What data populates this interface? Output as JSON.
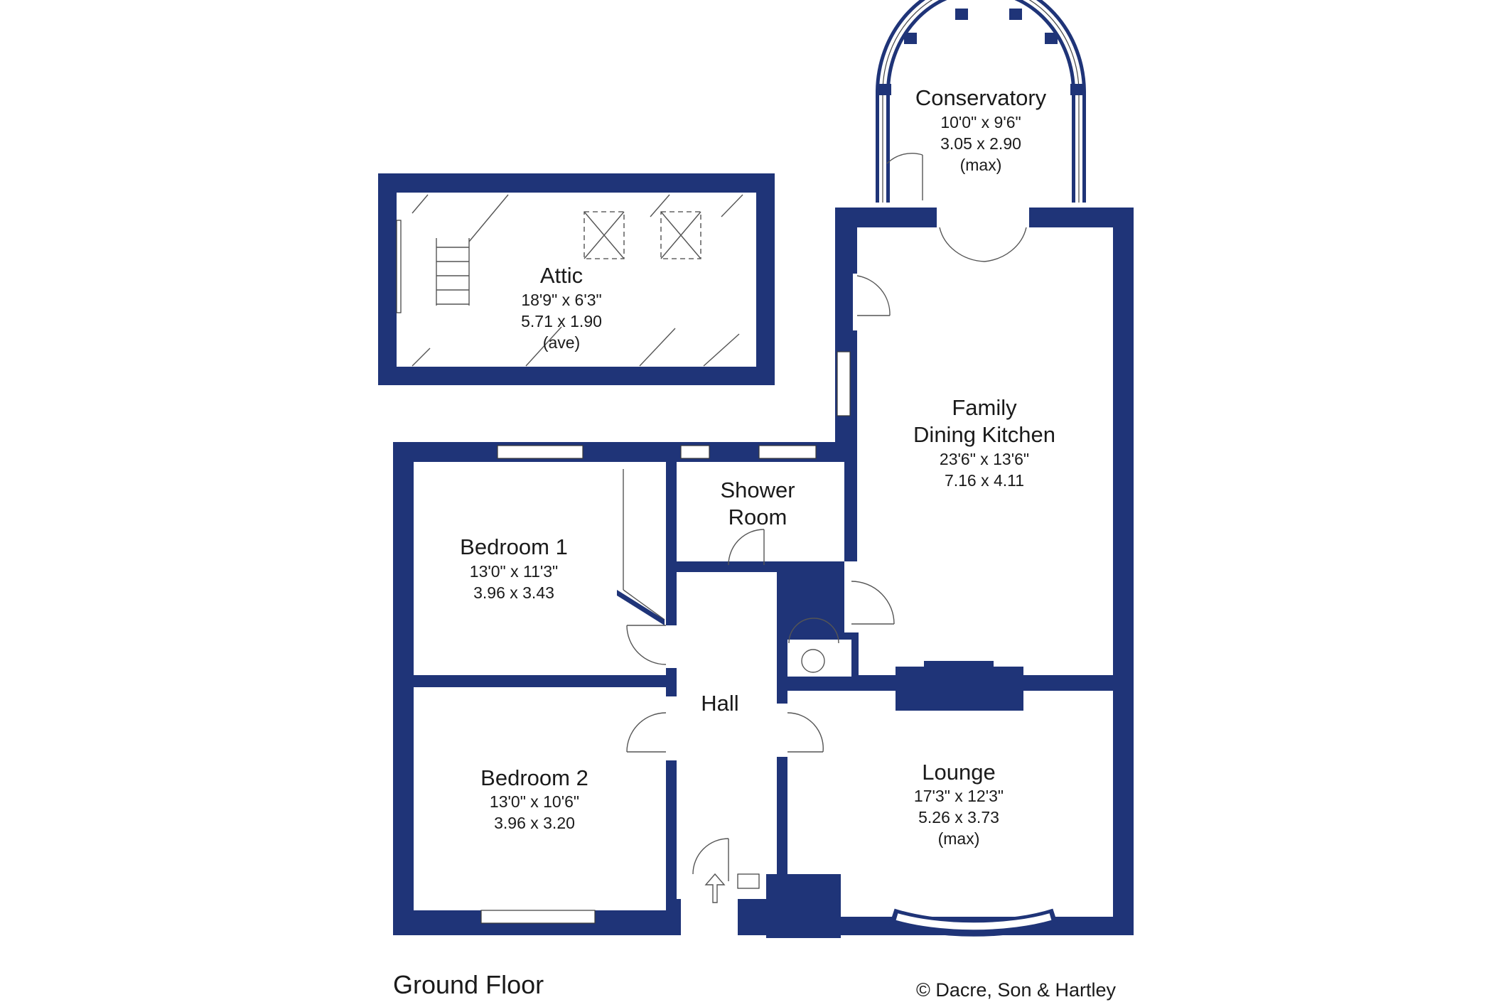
{
  "floor_label": "Ground Floor",
  "copyright": "© Dacre, Son & Hartley",
  "colors": {
    "wall": "#1f3478",
    "background": "#ffffff"
  },
  "rooms": {
    "conservatory": {
      "name": "Conservatory",
      "imperial": "10'0\" x 9'6\"",
      "metric": "3.05 x 2.90",
      "note": "(max)"
    },
    "attic": {
      "name": "Attic",
      "imperial": "18'9\" x 6'3\"",
      "metric": "5.71 x 1.90",
      "note": "(ave)"
    },
    "kitchen": {
      "name_line1": "Family",
      "name_line2": "Dining Kitchen",
      "imperial": "23'6\" x 13'6\"",
      "metric": "7.16 x 4.11"
    },
    "shower": {
      "name_line1": "Shower",
      "name_line2": "Room"
    },
    "bedroom1": {
      "name": "Bedroom 1",
      "imperial": "13'0\" x 11'3\"",
      "metric": "3.96 x 3.43"
    },
    "hall": {
      "name": "Hall"
    },
    "bedroom2": {
      "name": "Bedroom 2",
      "imperial": "13'0\" x 10'6\"",
      "metric": "3.96 x 3.20"
    },
    "lounge": {
      "name": "Lounge",
      "imperial": "17'3\" x 12'3\"",
      "metric": "5.26 x 3.73",
      "note": "(max)"
    }
  }
}
